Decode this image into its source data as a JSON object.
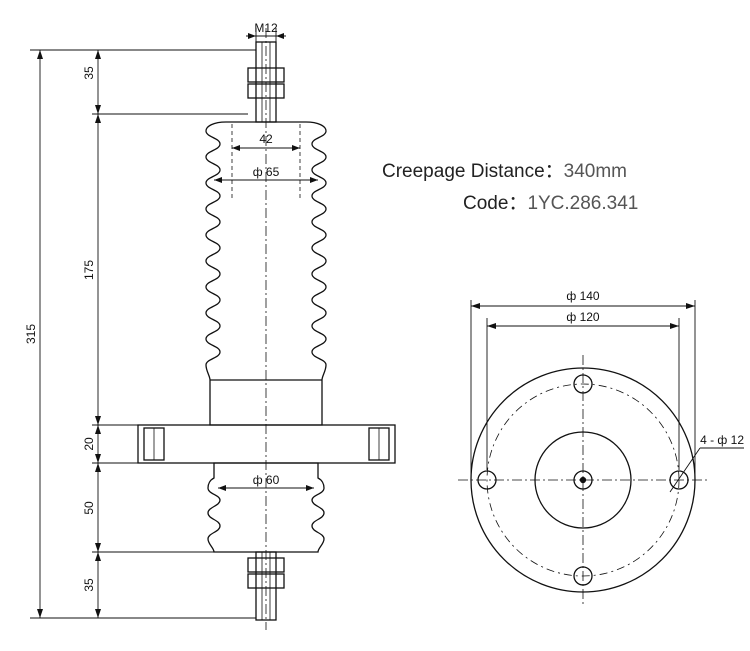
{
  "specs": {
    "creepage_label": "Creepage Distance：",
    "creepage_value": "340mm",
    "code_label": "Code：",
    "code_value": "1YC.286.341"
  },
  "dims": {
    "thread": "M12",
    "top_stud": "35",
    "shed_height": "175",
    "overall": "315",
    "flange": "20",
    "lower_shed": "50",
    "bottom_stud": "35",
    "inner_dia": "42",
    "core_dia": "ф 65",
    "lower_dia": "ф 60",
    "outer_dia": "ф 140",
    "bolt_circle": "ф 120",
    "holes": "4 - ф 12"
  },
  "colors": {
    "line": "#111111",
    "body": "#ffffff"
  }
}
